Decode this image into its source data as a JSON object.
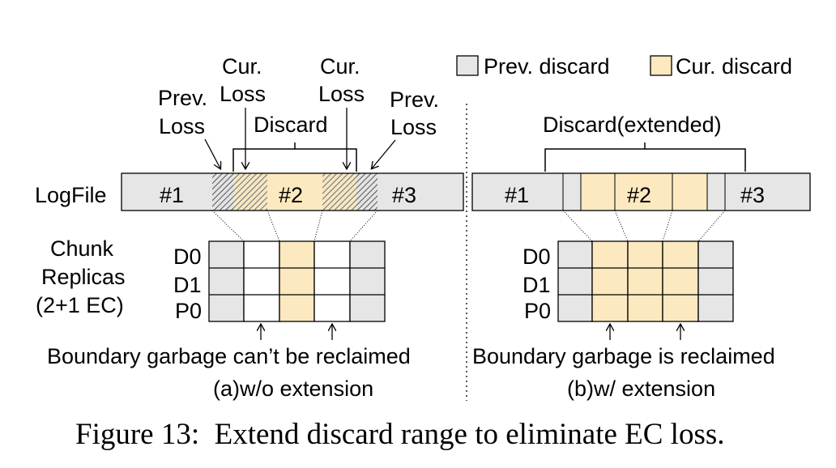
{
  "legend": {
    "prev_discard": "Prev. discard",
    "cur_discard": "Cur. discard"
  },
  "colors": {
    "prev_discard_fill": "#e6e6e6",
    "cur_discard_fill": "#fde9bf",
    "plain_fill": "#ffffff"
  },
  "left_panel": {
    "logfile_label": "LogFile",
    "segments": [
      "#1",
      "#2",
      "#3"
    ],
    "annotations": {
      "prev_loss_left": [
        "Prev.",
        "Loss"
      ],
      "cur_loss_left": [
        "Cur.",
        "Loss"
      ],
      "discard": "Discard",
      "cur_loss_right": [
        "Cur.",
        "Loss"
      ],
      "prev_loss_right": [
        "Prev.",
        "Loss"
      ]
    },
    "chunk_label": [
      "Chunk",
      "Replicas",
      "(2+1 EC)"
    ],
    "rows": [
      "D0",
      "D1",
      "P0"
    ],
    "note": "Boundary garbage can’t be reclaimed",
    "subcaption": "(a)w/o extension"
  },
  "right_panel": {
    "segments": [
      "#1",
      "#2",
      "#3"
    ],
    "discard_label": "Discard(extended)",
    "rows": [
      "D0",
      "D1",
      "P0"
    ],
    "note": "Boundary garbage is reclaimed",
    "subcaption": "(b)w/ extension"
  },
  "caption": "Figure 13:  Extend discard range to eliminate EC loss."
}
